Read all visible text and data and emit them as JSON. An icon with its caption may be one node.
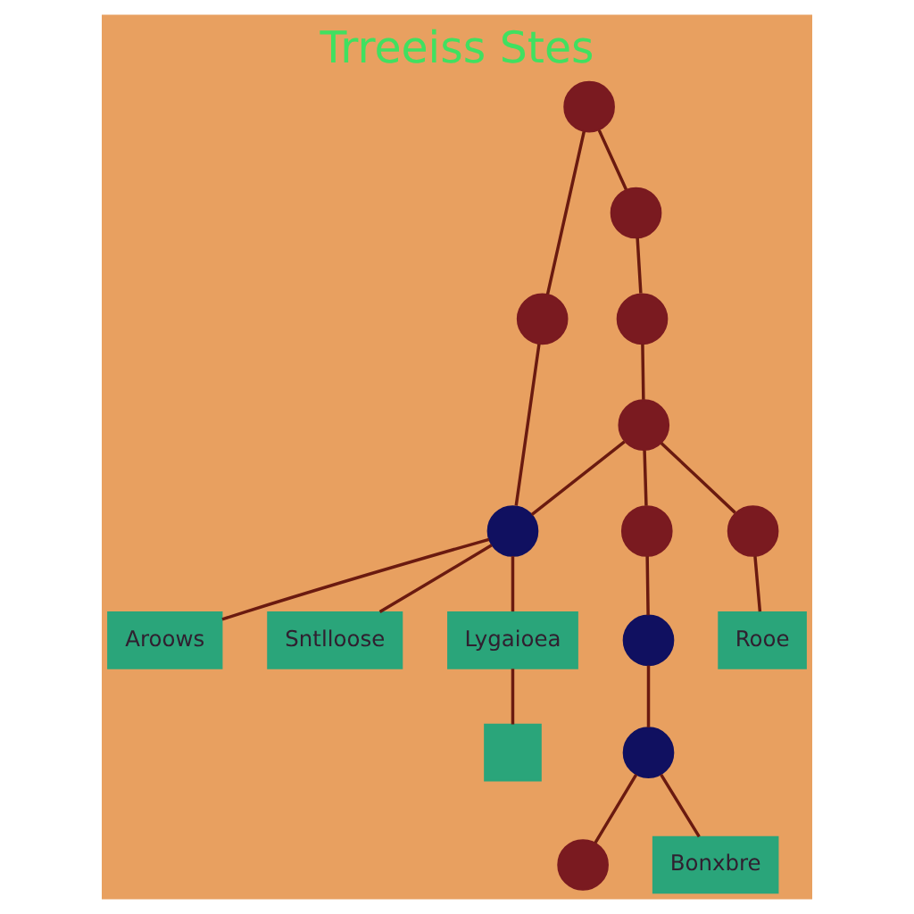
{
  "diagram": {
    "title": "Trreeiss Stes",
    "nodes": [
      {
        "text": [],
        "shape": "circle"
      },
      {
        "text": [],
        "shape": "circle"
      },
      {
        "text": [],
        "shape": "circle"
      },
      {
        "text": [],
        "shape": "circle"
      },
      {
        "text": [],
        "shape": "circle"
      },
      {
        "text": [],
        "shape": "circle"
      },
      {
        "text": [],
        "shape": "circle"
      },
      {
        "text": [],
        "shape": "circle"
      },
      {
        "text": [],
        "shape": "circle"
      },
      {
        "text": [],
        "shape": "circle"
      },
      {
        "text": [],
        "shape": "circle"
      },
      {
        "text": [
          "Aroows"
        ]
      },
      {
        "text": [
          "Sntlloose"
        ]
      },
      {
        "text": [
          "Lygaioea"
        ]
      },
      {
        "text": [
          "Rooe"
        ]
      },
      {
        "text": [],
        "shape": "box"
      },
      {
        "text": [
          "Bonxbre"
        ]
      }
    ],
    "edges": [
      {
        "from": 0,
        "to": 1,
        "arrow": "none"
      },
      {
        "from": 0,
        "to": 2,
        "arrow": "none"
      },
      {
        "from": 2,
        "to": 3,
        "arrow": "none"
      },
      {
        "from": 1,
        "to": 5,
        "arrow": "none"
      },
      {
        "from": 3,
        "to": 4,
        "arrow": "none"
      },
      {
        "from": 4,
        "to": 5,
        "arrow": "none"
      },
      {
        "from": 4,
        "to": 6,
        "arrow": "none"
      },
      {
        "from": 4,
        "to": 7,
        "arrow": "none"
      },
      {
        "from": 6,
        "to": 8,
        "arrow": "none"
      },
      {
        "from": 8,
        "to": 9,
        "arrow": "none"
      },
      {
        "from": 9,
        "to": 10,
        "arrow": "none"
      },
      {
        "from": 7,
        "to": 14,
        "arrow": "none"
      },
      {
        "from": 5,
        "to": 11,
        "arrow": "none"
      },
      {
        "from": 5,
        "to": 12,
        "arrow": "none"
      },
      {
        "from": 5,
        "to": 13,
        "arrow": "none"
      },
      {
        "from": 13,
        "to": 15,
        "arrow": "none"
      },
      {
        "from": 9,
        "to": 16,
        "arrow": "none"
      }
    ]
  }
}
